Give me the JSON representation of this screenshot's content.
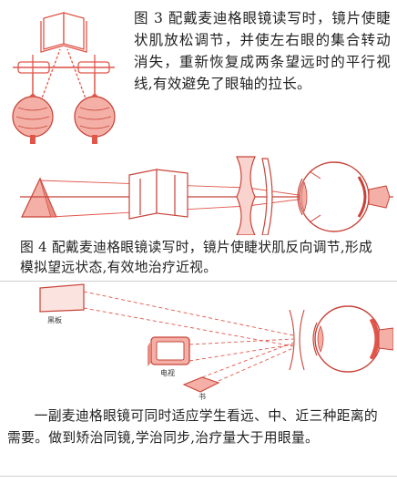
{
  "figure3": {
    "caption": "图 3 配戴麦迪格眼镜读写时，镜片使睫状肌放松调节，并使左右眼的集合转动消失，重新恢复成两条望远时的平行视线,有效避免了眼轴的拉长。"
  },
  "figure4": {
    "caption": "图 4 配戴麦迪格眼镜读写时，镜片使睫状肌反向调节,形成模拟望远状态,有效地治疗近视。"
  },
  "figure5": {
    "labels": {
      "blackboard": "黑板",
      "tv": "电视",
      "book": "书"
    }
  },
  "paragraph": {
    "text": "一副麦迪格眼镜可同时适应学生看远、中、近三种距离的需要。做到矫治同镜,学治同步,治疗量大于用眼量。"
  },
  "colors": {
    "accent": "#e0564a",
    "fill": "#f4b0a6",
    "text": "#222222"
  }
}
